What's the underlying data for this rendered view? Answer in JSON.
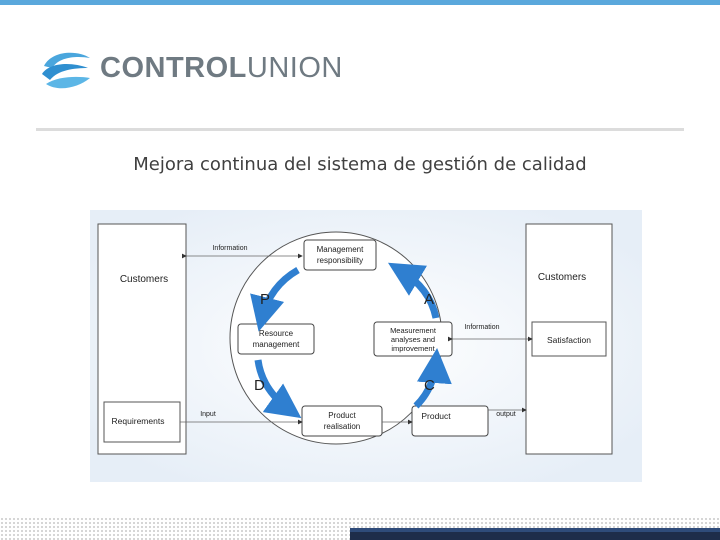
{
  "header": {
    "logo_word_bold": "CONTROL",
    "logo_word_light": "UNION",
    "logo_icon": "wave-swirl-icon",
    "accent_color": "#5aa8dc"
  },
  "slide": {
    "title": "Mejora continua del sistema de gestión de calidad"
  },
  "diagram": {
    "left_box": {
      "title": "Customers",
      "sub": "Requirements"
    },
    "right_box": {
      "title": "Customers",
      "sub": "Satisfaction"
    },
    "nodes": {
      "management": [
        "Management",
        "responsibility"
      ],
      "resource": [
        "Resource",
        "management"
      ],
      "measurement": [
        "Measurement",
        "analyses and",
        "improvement"
      ],
      "realisation": [
        "Product",
        "realisation"
      ],
      "product": "Product"
    },
    "labels": {
      "info_top": "Information",
      "info_right": "Information",
      "input": "Input",
      "output": "output"
    },
    "pdca": {
      "p": "P",
      "d": "D",
      "c": "C",
      "a": "A"
    },
    "arrow_color": "#2f7fd0"
  }
}
